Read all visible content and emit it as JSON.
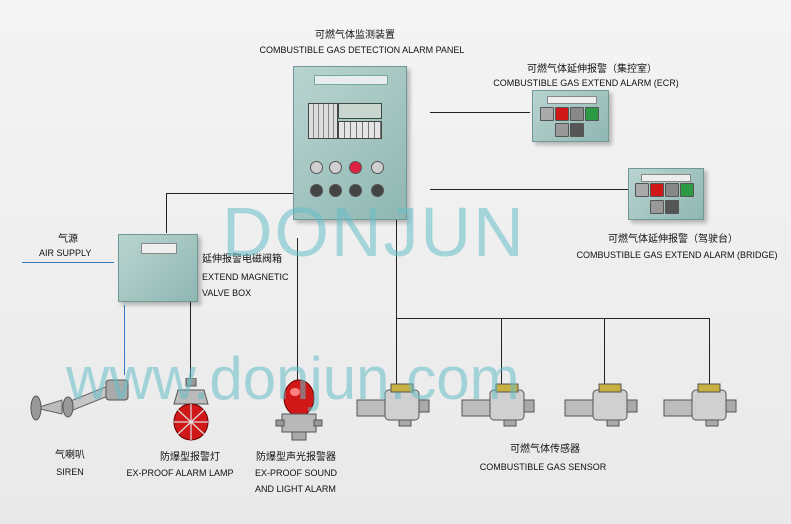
{
  "main_panel": {
    "title_cn": "可燃气体监测装置",
    "title_en": "COMBUSTIBLE GAS DETECTION ALARM PANEL"
  },
  "extend_alarm_ecr": {
    "title_cn": "可燃气体延伸报警（集控室）",
    "title_en": "COMBUSTIBLE GAS EXTEND ALARM (ECR)"
  },
  "extend_alarm_bridge": {
    "title_cn": "可燃气体延伸报警（驾驶台）",
    "title_en": "COMBUSTIBLE GAS EXTEND ALARM (BRIDGE)"
  },
  "air_supply": {
    "title_cn": "气源",
    "title_en": "AIR SUPPLY"
  },
  "valve_box": {
    "title_cn": "延伸报警电磁阀箱",
    "title_en_line1": "EXTEND MAGNETIC",
    "title_en_line2": "VALVE BOX"
  },
  "siren": {
    "title_cn": "气喇叭",
    "title_en": "SIREN"
  },
  "alarm_lamp": {
    "title_cn": "防爆型报警灯",
    "title_en": "EX-PROOF ALARM LAMP"
  },
  "sound_light_alarm": {
    "title_cn": "防爆型声光报警器",
    "title_en_line1": "EX-PROOF SOUND",
    "title_en_line2": "AND LIGHT ALARM"
  },
  "gas_sensor": {
    "title_cn": "可燃气体传感器",
    "title_en": "COMBUSTIBLE GAS SENSOR"
  },
  "watermark": {
    "brand": "DONJUN",
    "url": "www.donjun.com"
  },
  "colors": {
    "panel": "#9fc3be",
    "line": "#222222",
    "watermark": "#64bec8",
    "alarm_red": "#d01818"
  }
}
